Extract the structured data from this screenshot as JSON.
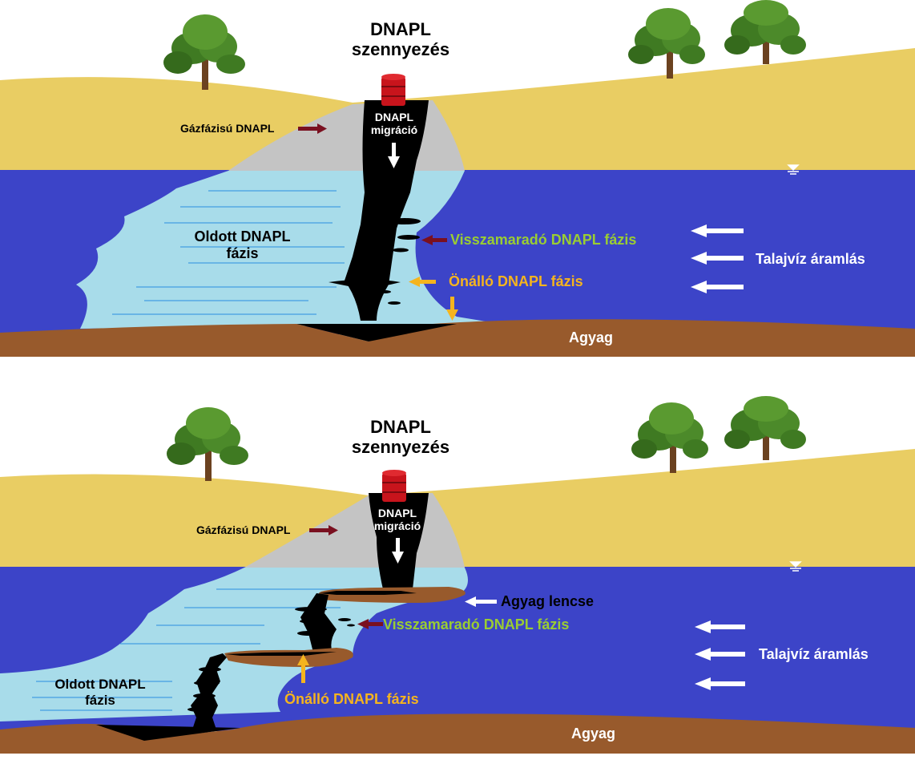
{
  "panels": [
    {
      "title_line1": "DNAPL",
      "title_line2": "szennyezés",
      "gas_phase": "Gázfázisú DNAPL",
      "migration_line1": "DNAPL",
      "migration_line2": "migráció",
      "dissolved_line1": "Oldott DNAPL",
      "dissolved_line2": "fázis",
      "residual": "Visszamaradó DNAPL fázis",
      "free_phase": "Önálló DNAPL fázis",
      "groundwater_flow": "Talajvíz áramlás",
      "clay": "Agyag"
    },
    {
      "title_line1": "DNAPL",
      "title_line2": "szennyezés",
      "gas_phase": "Gázfázisú DNAPL",
      "migration_line1": "DNAPL",
      "migration_line2": "migráció",
      "clay_lens": "Agyag lencse",
      "residual": "Visszamaradó DNAPL fázis",
      "dissolved_line1": "Oldott DNAPL",
      "dissolved_line2": "fázis",
      "free_phase": "Önálló DNAPL fázis",
      "groundwater_flow": "Talajvíz áramlás",
      "clay": "Agyag"
    }
  ],
  "colors": {
    "sand": "#e9cd63",
    "groundwater": "#3c44c8",
    "plume": "#a8dcea",
    "gas": "#c4c4c4",
    "clay": "#985a2c",
    "dnapl": "#000000",
    "drum": "#c8141c",
    "residual_label": "#9acd32",
    "free_phase_label": "#f5b41e",
    "arrow_dark": "#7a1020",
    "arrow_yellow": "#f5b41e",
    "tree": "#3f7a22"
  },
  "icons": [
    "tree-icon",
    "barrel-icon",
    "water-table-icon",
    "arrow-icon"
  ]
}
